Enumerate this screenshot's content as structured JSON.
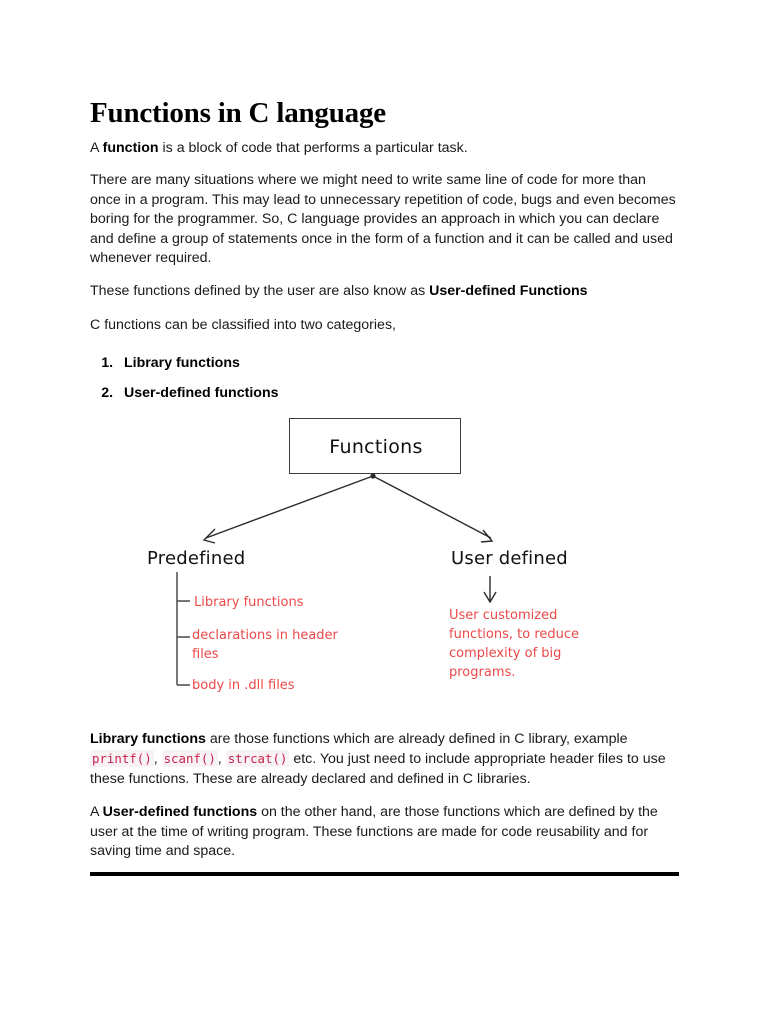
{
  "document": {
    "title": "Functions in C language",
    "intro": {
      "lead_prefix": "A ",
      "lead_bold": "function",
      "lead_suffix": " is a block of code that performs a particular task.",
      "body": "There are many situations where we might need to write same line of code for more than once in a program. This may lead to unnecessary repetition of code, bugs and even becomes boring for the programmer. So, C language provides an approach in which you can declare and define a group of statements once in the form of a function and it can be called and used whenever required.",
      "user_defined_prefix": "These functions defined by the user are also know as ",
      "user_defined_bold": "User-defined Functions",
      "categories_intro": "C functions can be classified into two categories,"
    },
    "categories": [
      {
        "number": "1.",
        "label": "Library functions"
      },
      {
        "number": "2.",
        "label": "User-defined functions"
      }
    ],
    "diagram": {
      "root_label": "Functions",
      "left_branch": {
        "label": "Predefined",
        "items": [
          "Library functions",
          "declarations in header files",
          "body in .dll files"
        ]
      },
      "right_branch": {
        "label": "User defined",
        "note": "User customized functions, to reduce complexity of big programs."
      },
      "colors": {
        "annotation_red": "#ec4848",
        "box_border": "#3d3d3d",
        "arrow": "#2b2b2b"
      }
    },
    "library_paragraph": {
      "bold_lead": "Library functions",
      "part1": " are those functions which are already defined in C library, example ",
      "code1": "printf()",
      "sep1": ", ",
      "code2": "scanf()",
      "sep2": ", ",
      "code3": "strcat()",
      "part2": " etc. You just need to include appropriate header files to use these functions. These are already declared and defined in C libraries."
    },
    "userdefined_paragraph": {
      "prefix": "A ",
      "bold_lead": "User-defined functions",
      "text": " on the other hand, are those functions which are defined by the user at the time of writing program. These functions are made for code reusability and for saving time and space."
    }
  }
}
